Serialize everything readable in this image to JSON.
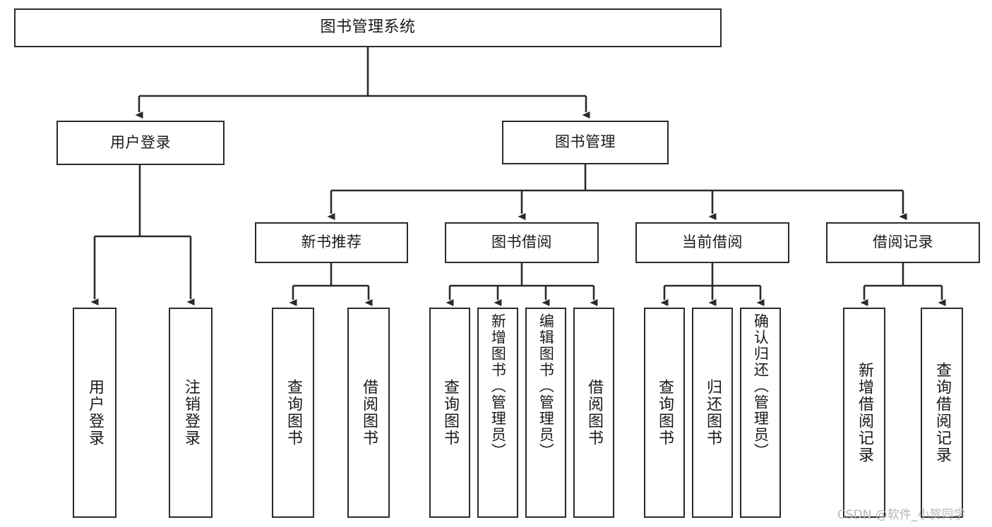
{
  "diagram": {
    "title": "图书管理系统",
    "type": "function-structure-tree",
    "style": {
      "box_border_color": "#2b2b2b",
      "box_fill_color": "#ffffff",
      "connector_color": "#2b2b2b",
      "background_color": "#ffffff",
      "watermark_color": "#b6b6b6"
    },
    "root": {
      "id": "root",
      "label": "图书管理系统"
    },
    "level2": [
      {
        "id": "user-login",
        "label": "用户登录"
      },
      {
        "id": "book-manage",
        "label": "图书管理"
      }
    ],
    "level3": [
      {
        "id": "new-book-recommend",
        "label": "新书推荐",
        "parent": "book-manage"
      },
      {
        "id": "book-borrow",
        "label": "图书借阅",
        "parent": "book-manage"
      },
      {
        "id": "current-borrow",
        "label": "当前借阅",
        "parent": "book-manage"
      },
      {
        "id": "borrow-record",
        "label": "借阅记录",
        "parent": "book-manage"
      }
    ],
    "leaves": [
      {
        "id": "leaf-user-login",
        "label": "用户登录",
        "parent": "user-login"
      },
      {
        "id": "leaf-user-logout",
        "label": "注销登录",
        "parent": "user-login"
      },
      {
        "id": "leaf-query-book-1",
        "label": "查询图书",
        "parent": "new-book-recommend"
      },
      {
        "id": "leaf-borrow-book-1",
        "label": "借阅图书",
        "parent": "new-book-recommend"
      },
      {
        "id": "leaf-query-book-2",
        "label": "查询图书",
        "parent": "book-borrow"
      },
      {
        "id": "leaf-add-book",
        "label": "新增图书（管理员）",
        "parent": "book-borrow"
      },
      {
        "id": "leaf-edit-book",
        "label": "编辑图书（管理员）",
        "parent": "book-borrow"
      },
      {
        "id": "leaf-borrow-book-2",
        "label": "借阅图书",
        "parent": "book-borrow"
      },
      {
        "id": "leaf-query-book-3",
        "label": "查询图书",
        "parent": "current-borrow"
      },
      {
        "id": "leaf-return-book",
        "label": "归还图书",
        "parent": "current-borrow"
      },
      {
        "id": "leaf-confirm-return",
        "label": "确认归还（管理员）",
        "parent": "current-borrow"
      },
      {
        "id": "leaf-add-record",
        "label": "新增借阅记录",
        "parent": "borrow-record"
      },
      {
        "id": "leaf-query-record",
        "label": "查询借阅记录",
        "parent": "borrow-record"
      }
    ],
    "watermark": "CSDN @软件_小贺同学"
  }
}
